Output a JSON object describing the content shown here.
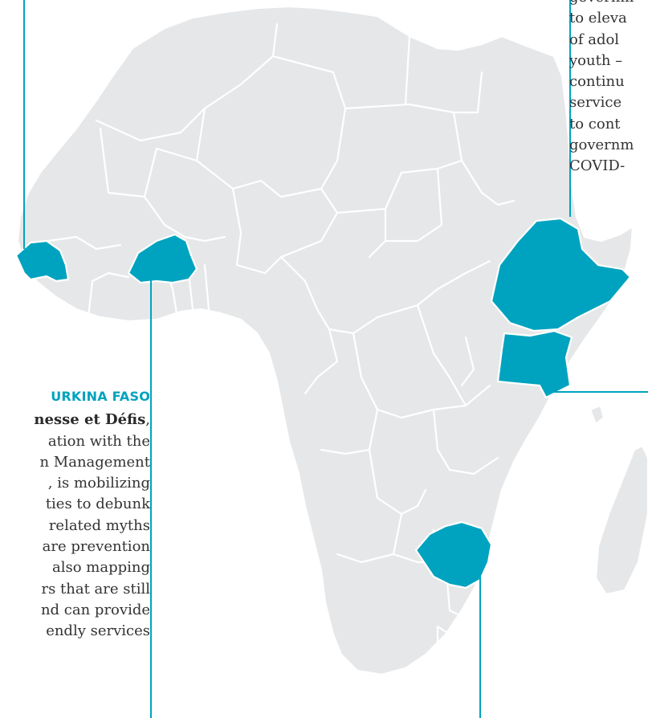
{
  "colors": {
    "land": "#e6e7e8",
    "highlight": "#00a3bf",
    "borders": "#ffffff",
    "text": "#333333",
    "heading": "#00a3bf"
  },
  "map": {
    "region": "Africa",
    "highlighted_countries": [
      "Senegal",
      "Burkina Faso",
      "Ethiopia",
      "Kenya",
      "Zimbabwe"
    ]
  },
  "callout_burkina": {
    "heading": "URKINA FASO",
    "org_name": "nesse et Défis",
    "org_suffix": ",",
    "lines": [
      "ation with the",
      "n Management",
      ", is mobilizing",
      "ties to debunk",
      "related myths",
      "are prevention",
      "also mapping",
      "rs that are still",
      "nd can provide",
      "endly services"
    ]
  },
  "callout_east": {
    "lines": [
      "governm",
      "to eleva",
      "of adol",
      "youth –",
      "continu",
      "service",
      "to cont",
      "governm",
      "COVID-"
    ]
  }
}
